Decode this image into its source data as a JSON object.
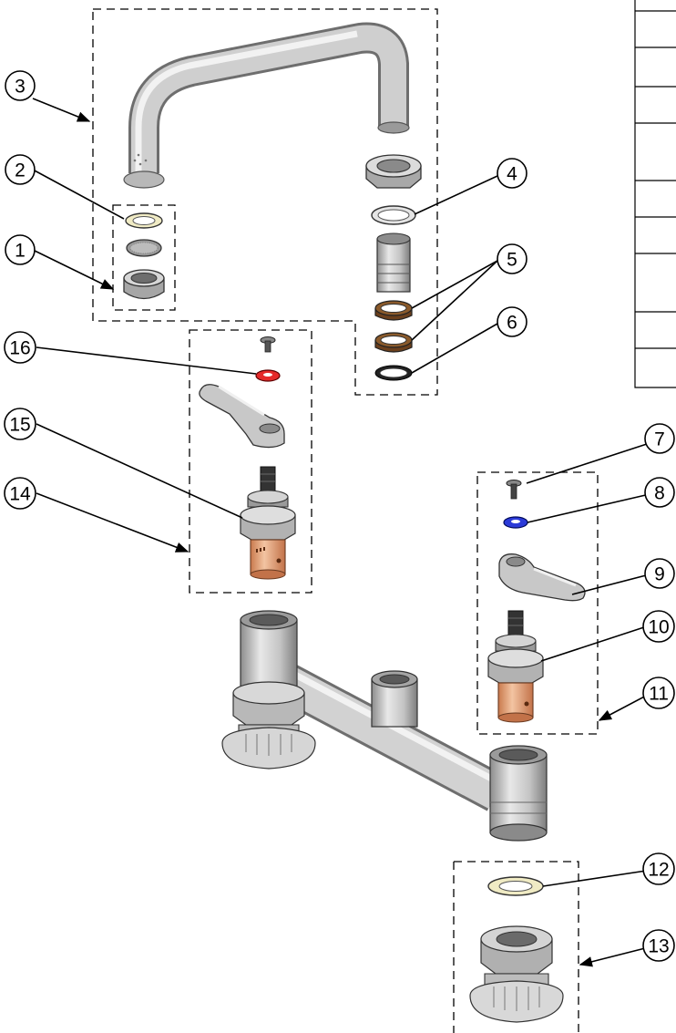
{
  "callouts": [
    {
      "id": "1",
      "label": "1"
    },
    {
      "id": "2",
      "label": "2"
    },
    {
      "id": "3",
      "label": "3"
    },
    {
      "id": "4",
      "label": "4"
    },
    {
      "id": "5",
      "label": "5"
    },
    {
      "id": "6",
      "label": "6"
    },
    {
      "id": "7",
      "label": "7"
    },
    {
      "id": "8",
      "label": "8"
    },
    {
      "id": "9",
      "label": "9"
    },
    {
      "id": "10",
      "label": "10"
    },
    {
      "id": "11",
      "label": "11"
    },
    {
      "id": "12",
      "label": "12"
    },
    {
      "id": "13",
      "label": "13"
    },
    {
      "id": "14",
      "label": "14"
    },
    {
      "id": "15",
      "label": "15"
    },
    {
      "id": "16",
      "label": "16"
    }
  ],
  "colors": {
    "metal_light": "#e4e4e4",
    "metal_mid": "#b4b4b4",
    "metal_dark": "#7a7a7a",
    "gasket_brown": "#8a5a2b",
    "washer_cream": "#f0ebc4",
    "cartridge_copper": "#e2a37a",
    "index_red": "#e52a2a",
    "index_blue": "#2b3ad8"
  },
  "icons": [
    "arrow-leader-icon"
  ]
}
